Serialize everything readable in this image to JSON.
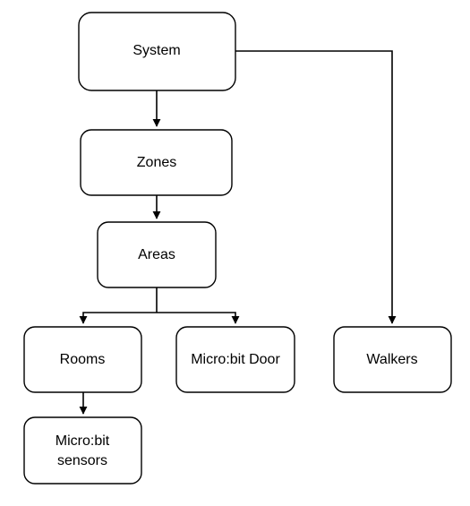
{
  "diagram": {
    "nodes": {
      "system": {
        "label": "System"
      },
      "zones": {
        "label": "Zones"
      },
      "areas": {
        "label": "Areas"
      },
      "rooms": {
        "label": "Rooms"
      },
      "microbit_door": {
        "label": "Micro:bit Door"
      },
      "microbit_sensors": {
        "line1": "Micro:bit",
        "line2": "sensors"
      },
      "walkers": {
        "label": "Walkers"
      }
    },
    "edges": [
      {
        "from": "System",
        "to": "Zones"
      },
      {
        "from": "System",
        "to": "Walkers"
      },
      {
        "from": "Zones",
        "to": "Areas"
      },
      {
        "from": "Areas",
        "to": "Rooms"
      },
      {
        "from": "Areas",
        "to": "Micro:bit Door"
      },
      {
        "from": "Rooms",
        "to": "Micro:bit sensors"
      }
    ]
  }
}
